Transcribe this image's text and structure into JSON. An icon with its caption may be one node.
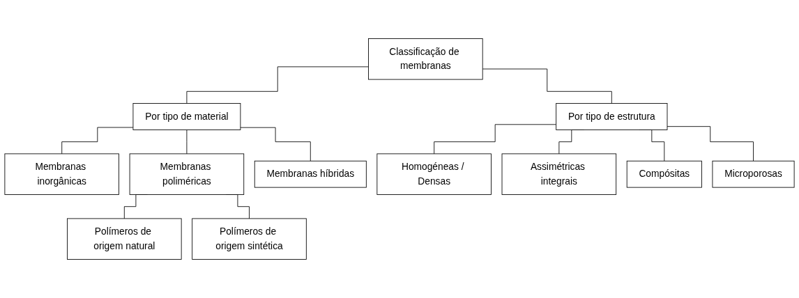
{
  "diagram": {
    "nodes": [
      {
        "text": [
          "Classificação de membranas"
        ]
      },
      {
        "text": [
          "Por tipo de material"
        ]
      },
      {
        "text": [
          "Por tipo de estrutura"
        ]
      },
      {
        "text": [
          "Membranas inorgânicas"
        ]
      },
      {
        "text": [
          "Membranas poliméricas"
        ]
      },
      {
        "text": [
          "Membranas híbridas"
        ]
      },
      {
        "text": [
          "Homogéneas / Densas"
        ]
      },
      {
        "text": [
          "Assimétricas integrais"
        ]
      },
      {
        "text": [
          "Compósitas"
        ]
      },
      {
        "text": [
          "Microporosas"
        ]
      },
      {
        "text": [
          "Polímeros de origem natural"
        ]
      },
      {
        "text": [
          "Polímeros de origem sintética"
        ]
      }
    ],
    "edges": [
      {
        "from": 0,
        "to": 1,
        "arrow": "none"
      },
      {
        "from": 0,
        "to": 2,
        "arrow": "none"
      },
      {
        "from": 1,
        "to": 3,
        "arrow": "none"
      },
      {
        "from": 1,
        "to": 4,
        "arrow": "none"
      },
      {
        "from": 1,
        "to": 5,
        "arrow": "none"
      },
      {
        "from": 2,
        "to": 6,
        "arrow": "none"
      },
      {
        "from": 2,
        "to": 7,
        "arrow": "none"
      },
      {
        "from": 2,
        "to": 8,
        "arrow": "none"
      },
      {
        "from": 2,
        "to": 9,
        "arrow": "none"
      },
      {
        "from": 4,
        "to": 10,
        "arrow": "none"
      },
      {
        "from": 4,
        "to": 11,
        "arrow": "none"
      }
    ]
  }
}
